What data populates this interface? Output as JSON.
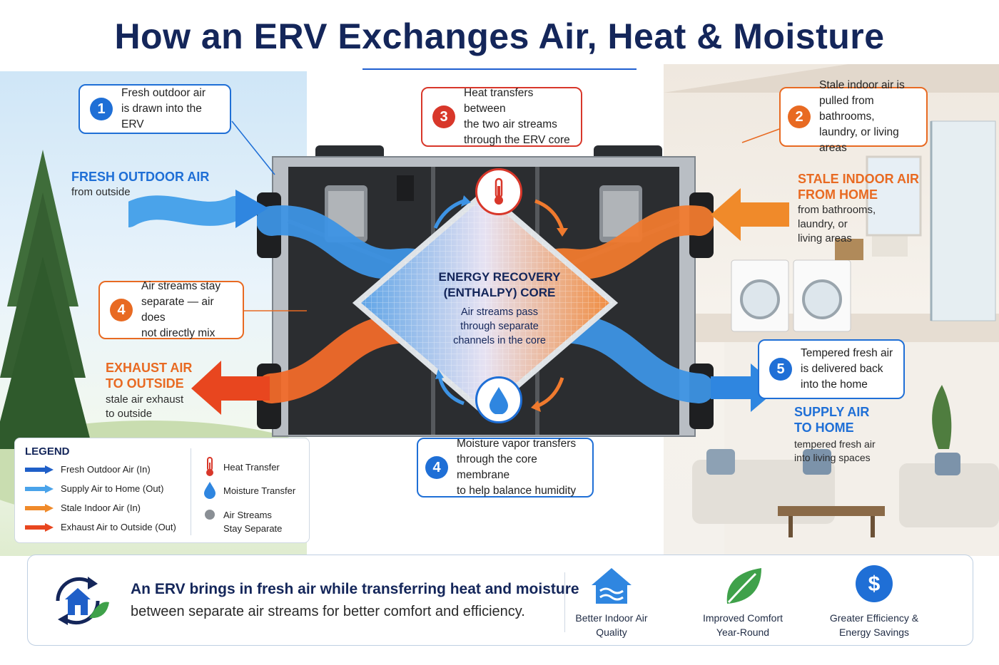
{
  "title": "How an ERV Exchanges Air, Heat & Moisture",
  "callouts": {
    "c1": {
      "num": "1",
      "text": "Fresh outdoor air is drawn into the ERV",
      "lines": [
        "Fresh outdoor air",
        "is drawn into the ERV"
      ]
    },
    "c2": {
      "num": "2",
      "lines": [
        "Stale indoor air is",
        "pulled from bathrooms,",
        "laundry, or living areas"
      ]
    },
    "c3": {
      "num": "3",
      "lines": [
        "Heat transfers between",
        "the two air streams",
        "through the ERV core"
      ]
    },
    "c4a": {
      "num": "4",
      "lines": [
        "Air streams stay",
        "separate — air does",
        "not directly mix"
      ]
    },
    "c4b": {
      "num": "4",
      "lines": [
        "Moisture vapor transfers",
        "through the core membrane",
        "to help balance humidity"
      ]
    },
    "c5": {
      "num": "5",
      "lines": [
        "Tempered fresh air",
        "is delivered back",
        "into the home"
      ]
    }
  },
  "labels": {
    "fresh": {
      "head": "FRESH OUTDOOR AIR",
      "sub": "from outside"
    },
    "stale": {
      "head1": "STALE INDOOR AIR",
      "head2": "FROM HOME",
      "sub1": "from bathrooms,",
      "sub2": "laundry, or",
      "sub3": "living areas"
    },
    "exhaust": {
      "head1": "EXHAUST AIR",
      "head2": "TO OUTSIDE",
      "sub1": "stale air exhaust",
      "sub2": "to outside"
    },
    "supply": {
      "head1": "SUPPLY AIR",
      "head2": "TO HOME",
      "sub1": "tempered fresh air",
      "sub2": "into living spaces"
    }
  },
  "core": {
    "head1": "ENERGY RECOVERY",
    "head2": "(ENTHALPY) CORE",
    "sub1": "Air streams pass",
    "sub2": "through separate",
    "sub3": "channels in the core"
  },
  "legend": {
    "title": "LEGEND",
    "items": [
      {
        "label": "Fresh Outdoor Air (In)",
        "color": "#1f5fc8"
      },
      {
        "label": "Supply Air to Home (Out)",
        "color": "#4aa3ea"
      },
      {
        "label": "Stale Indoor Air (In)",
        "color": "#f08a2a"
      },
      {
        "label": "Exhaust Air to Outside (Out)",
        "color": "#e8461f"
      }
    ],
    "symbols": [
      {
        "label": "Heat Transfer",
        "icon": "thermometer-icon"
      },
      {
        "label": "Moisture Transfer",
        "icon": "water-drop-icon"
      },
      {
        "label1": "Air Streams",
        "label2": "Stay Separate",
        "icon": "gray-dot-icon"
      }
    ]
  },
  "bottom": {
    "line1": "An ERV brings in fresh air while transferring heat and moisture",
    "line2": "between separate air streams for better comfort and efficiency.",
    "features": [
      {
        "line1": "Better Indoor Air",
        "line2": "Quality",
        "icon": "house-air-icon"
      },
      {
        "line1": "Improved Comfort",
        "line2": "Year-Round",
        "icon": "leaf-icon"
      },
      {
        "line1": "Greater Efficiency &",
        "line2": "Energy Savings",
        "icon": "dollar-icon"
      }
    ]
  },
  "colors": {
    "navy": "#14265a",
    "blue": "#1f6fd6",
    "orange": "#e86a22",
    "red": "#d8372a"
  }
}
